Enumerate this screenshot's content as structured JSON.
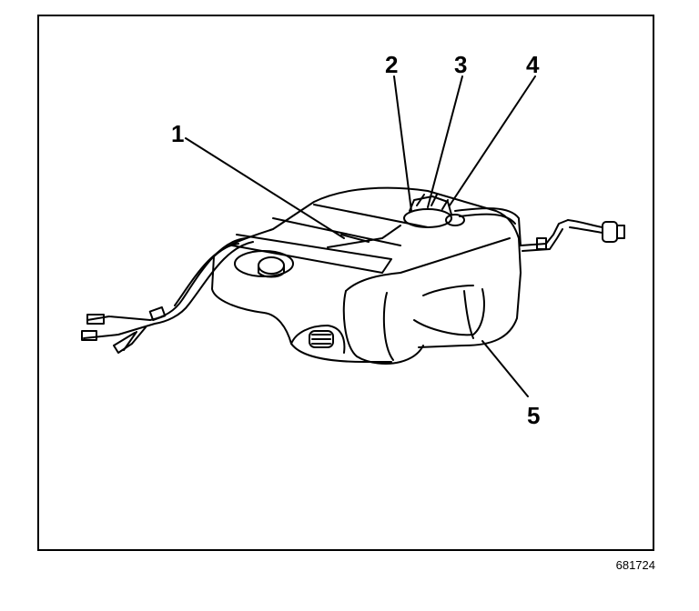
{
  "figure": {
    "id": "681724",
    "callouts": [
      {
        "label": "1"
      },
      {
        "label": "2"
      },
      {
        "label": "3"
      },
      {
        "label": "4"
      },
      {
        "label": "5"
      }
    ]
  },
  "colors": {
    "ink": "#000000",
    "paper": "#ffffff"
  }
}
